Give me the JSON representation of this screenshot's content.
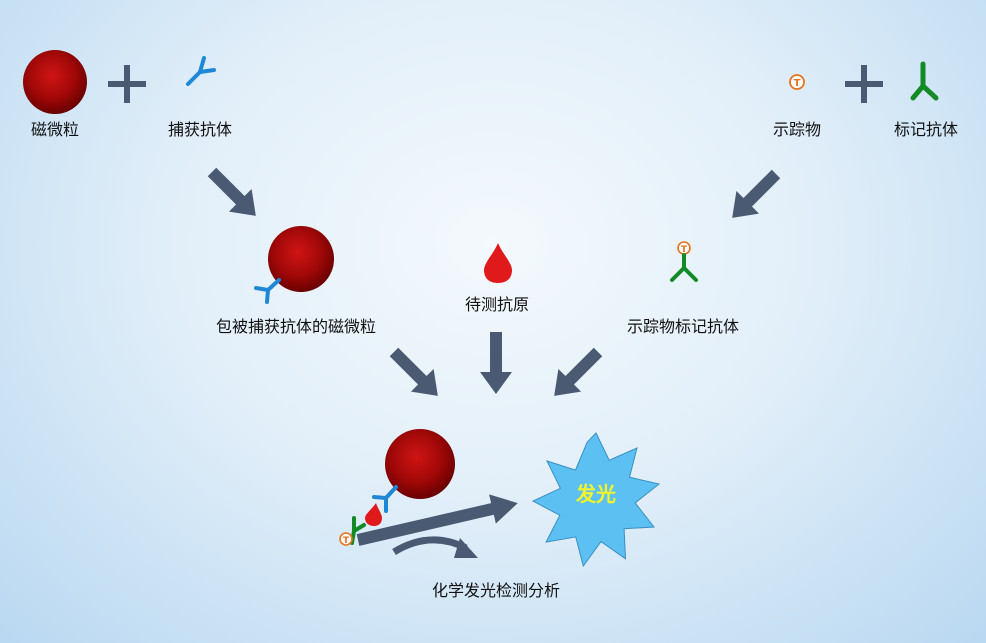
{
  "labels": {
    "magnetic_bead": "磁微粒",
    "capture_antibody": "捕获抗体",
    "tracer": "示踪物",
    "labeled_antibody": "标记抗体",
    "coated_bead": "包被捕获抗体的磁微粒",
    "antigen": "待测抗原",
    "tracer_labeled_antibody": "示踪物标记抗体",
    "luminescence": "发光",
    "analysis": "化学发光检测分析"
  },
  "icons": {
    "plus": "plus-icon",
    "arrow": "arrow-icon",
    "tracer_symbol": "T"
  },
  "colors": {
    "bead": "#a00808",
    "capture_antibody": "#1e88d6",
    "labeled_antibody": "#128a26",
    "tracer": "#e6731e",
    "antigen": "#e01a1a",
    "arrow": "#4b5a73",
    "burst": "#5cc0f2",
    "burst_text": "#f4f42a"
  }
}
